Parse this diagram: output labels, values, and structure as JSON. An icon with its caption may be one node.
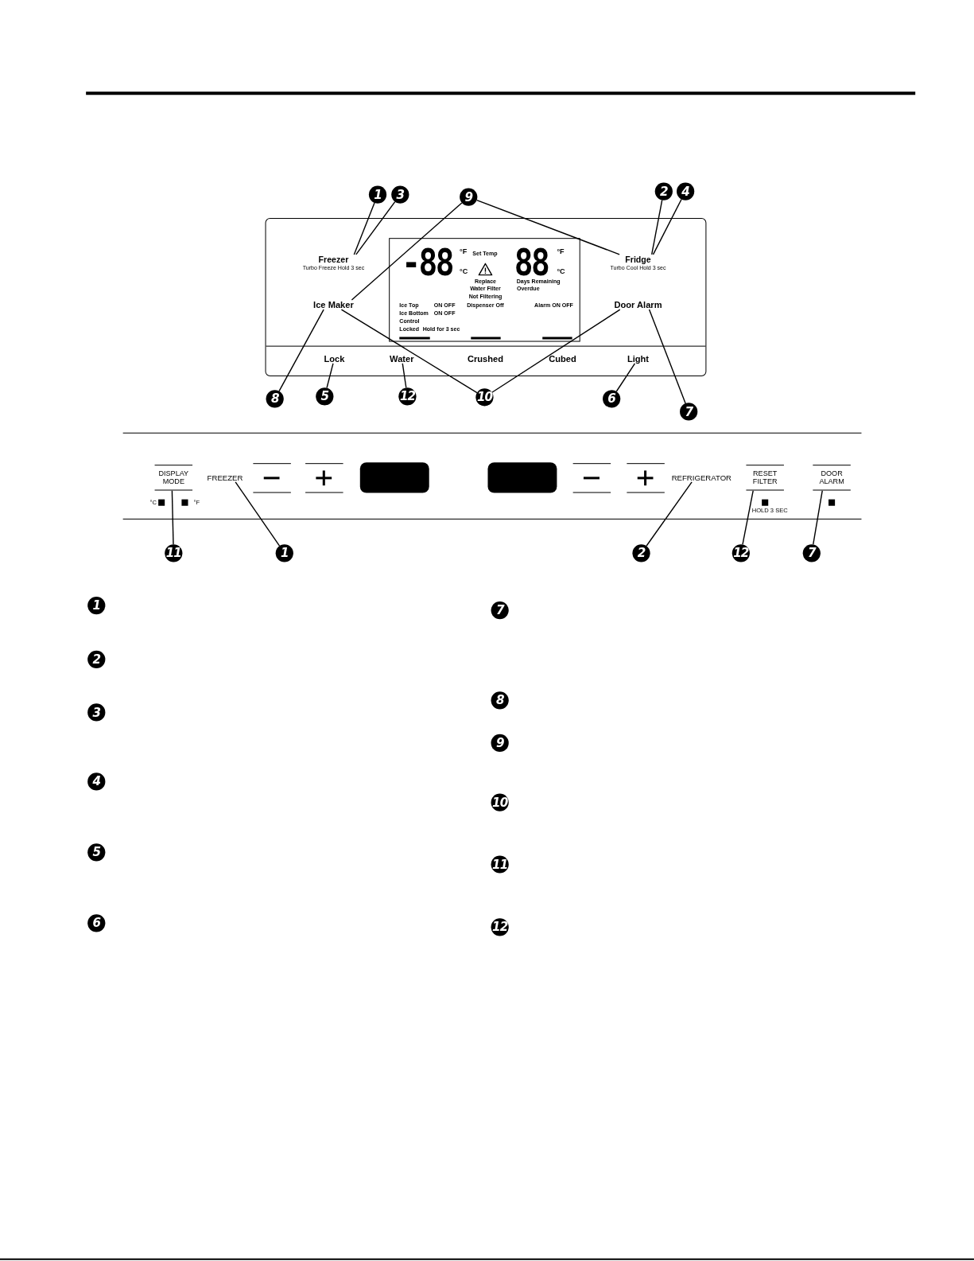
{
  "diagram": {
    "nodes": [
      {
        "text": [
          "1"
        ]
      },
      {
        "text": [
          "3"
        ]
      },
      {
        "text": [
          "9"
        ]
      },
      {
        "text": [
          "2"
        ]
      },
      {
        "text": [
          "4"
        ]
      },
      {
        "text": [
          "Freezer",
          "Turbo Freeze Hold 3 sec"
        ]
      },
      {
        "text": [
          "Fridge",
          "Turbo Cool Hold 3 sec"
        ]
      },
      {
        "text": [
          "Ice Maker"
        ]
      },
      {
        "text": [
          "Door Alarm"
        ]
      },
      {
        "text": [
          "Lock"
        ]
      },
      {
        "text": [
          "Water"
        ]
      },
      {
        "text": [
          "Light"
        ]
      },
      {
        "text": [
          "8"
        ]
      },
      {
        "text": [
          "5"
        ]
      },
      {
        "text": [
          "12"
        ]
      },
      {
        "text": [
          "10"
        ]
      },
      {
        "text": [
          "6"
        ]
      },
      {
        "text": [
          "7"
        ]
      },
      {
        "text": [
          "DISPLAY MODE"
        ]
      },
      {
        "text": [
          "FREEZER"
        ]
      },
      {
        "text": [
          "REFRIGERATOR"
        ]
      },
      {
        "text": [
          "RESET FILTER"
        ]
      },
      {
        "text": [
          "DOOR ALARM"
        ]
      },
      {
        "text": [
          "11"
        ]
      },
      {
        "text": [
          "1"
        ]
      },
      {
        "text": [
          "2"
        ]
      },
      {
        "text": [
          "12"
        ]
      },
      {
        "text": [
          "7"
        ]
      },
      {
        "text": [
          "1"
        ]
      },
      {
        "text": [
          "2"
        ]
      },
      {
        "text": [
          "3"
        ]
      },
      {
        "text": [
          "4"
        ]
      },
      {
        "text": [
          "5"
        ]
      },
      {
        "text": [
          "6"
        ]
      },
      {
        "text": [
          "7"
        ]
      },
      {
        "text": [
          "8"
        ]
      },
      {
        "text": [
          "9"
        ]
      },
      {
        "text": [
          "10"
        ]
      },
      {
        "text": [
          "11"
        ]
      },
      {
        "text": [
          "12"
        ]
      },
      {
        "text": [],
        "shape": "box"
      },
      {
        "text": [],
        "shape": "box"
      }
    ],
    "edges": [
      {
        "from": 0,
        "to": 5,
        "arrow": "none"
      },
      {
        "from": 1,
        "to": 5,
        "arrow": "none"
      },
      {
        "from": 2,
        "to": 7,
        "arrow": "none"
      },
      {
        "from": 2,
        "to": 6,
        "arrow": "none"
      },
      {
        "from": 3,
        "to": 6,
        "arrow": "none"
      },
      {
        "from": 4,
        "to": 6,
        "arrow": "none"
      },
      {
        "from": 12,
        "to": 7,
        "arrow": "none"
      },
      {
        "from": 13,
        "to": 9,
        "arrow": "none"
      },
      {
        "from": 14,
        "to": 10,
        "arrow": "none"
      },
      {
        "from": 15,
        "to": 7,
        "arrow": "none"
      },
      {
        "from": 15,
        "to": 8,
        "arrow": "none"
      },
      {
        "from": 16,
        "to": 11,
        "arrow": "none"
      },
      {
        "from": 17,
        "to": 8,
        "arrow": "none"
      },
      {
        "from": 23,
        "to": 18,
        "arrow": "none"
      },
      {
        "from": 24,
        "to": 19,
        "arrow": "none"
      },
      {
        "from": 25,
        "to": 20,
        "arrow": "none"
      },
      {
        "from": 26,
        "to": 21,
        "arrow": "none"
      },
      {
        "from": 27,
        "to": 22,
        "arrow": "none"
      }
    ],
    "labels": [
      "-88",
      "°F",
      "°C",
      "Set Temp",
      "88",
      "°F",
      "°C",
      "Replace",
      "Days Remaining",
      "Water Filter",
      "Overdue",
      "Not Filtering",
      "Ice Top",
      "ON OFF",
      "Dispenser Off",
      "Alarm ON OFF",
      "Ice Bottom",
      "ON OFF",
      "Control",
      "Locked",
      "Hold for 3 sec",
      "Crushed",
      "Cubed",
      "°C",
      "°F",
      "HOLD 3 SEC"
    ]
  }
}
